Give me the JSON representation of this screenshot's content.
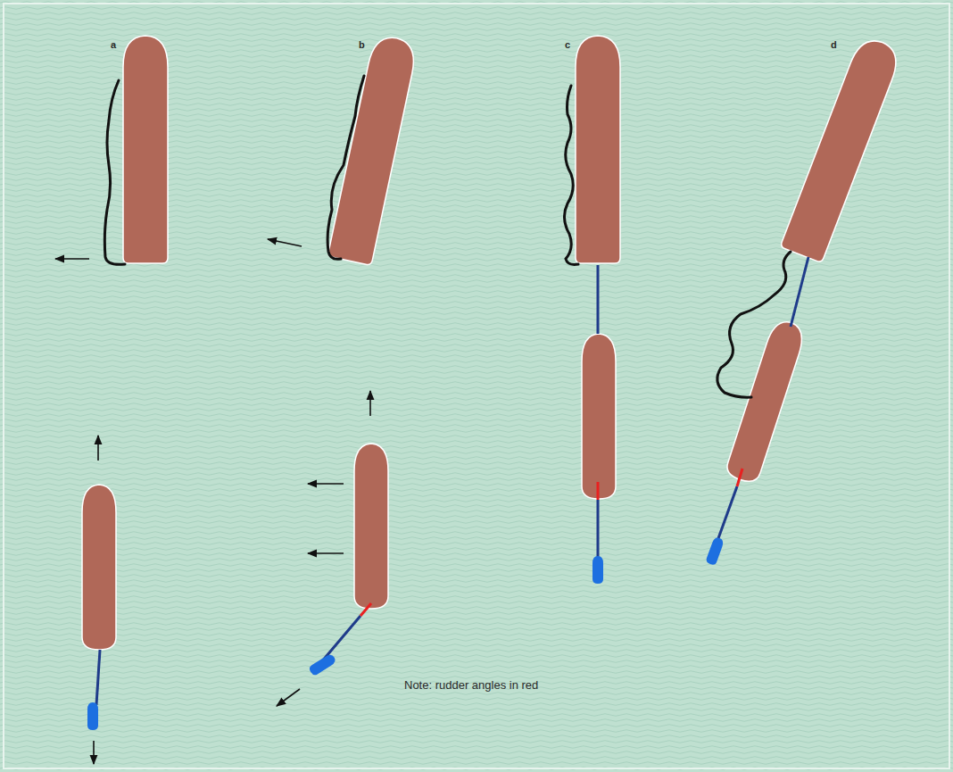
{
  "diagram": {
    "labels": [
      "a",
      "b",
      "c",
      "d",
      "Note: rudder angles in red"
    ]
  }
}
